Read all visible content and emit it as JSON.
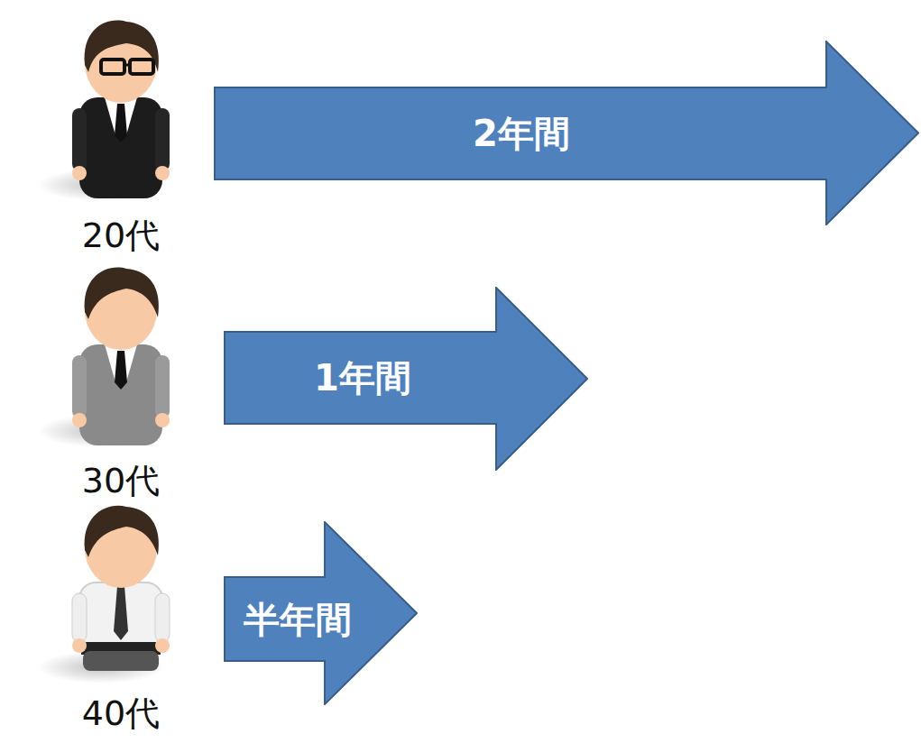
{
  "diagram": {
    "nodes": [
      {
        "text": [
          "2年間"
        ]
      },
      {
        "text": [
          "1年間"
        ]
      },
      {
        "text": [
          "半年間"
        ]
      }
    ],
    "labels": [
      "20代",
      "30代",
      "40代"
    ]
  }
}
